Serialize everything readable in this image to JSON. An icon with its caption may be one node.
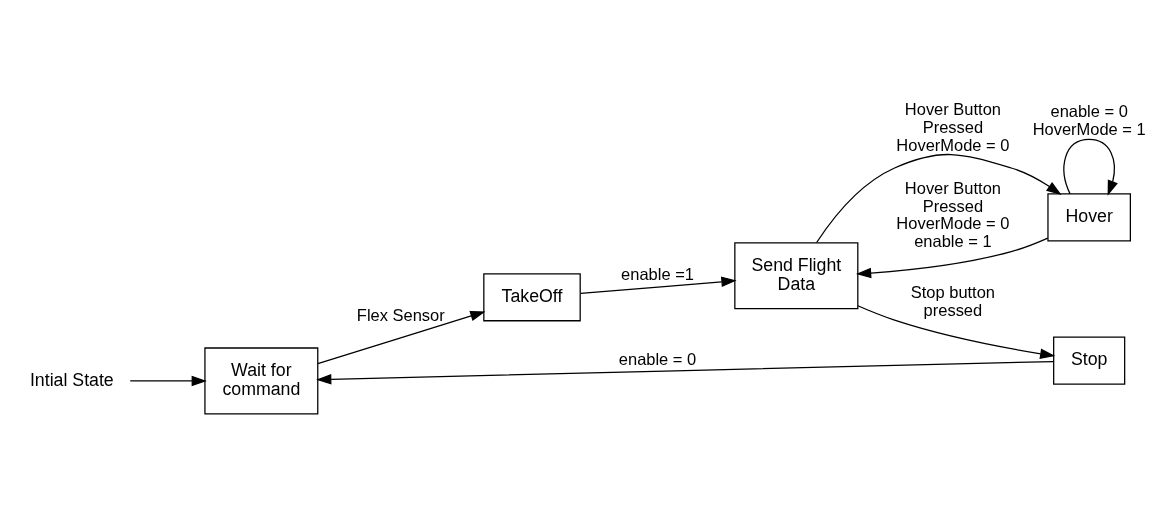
{
  "diagram": {
    "nodes": [
      {
        "text": [
          "Intial State"
        ]
      },
      {
        "text": [
          "Wait for command"
        ]
      },
      {
        "text": [
          "TakeOff"
        ]
      },
      {
        "text": [
          "Send Flight Data"
        ]
      },
      {
        "text": [
          "Hover"
        ]
      },
      {
        "text": [
          "Stop"
        ]
      }
    ],
    "edges": [
      {
        "from": 0,
        "to": 1,
        "arrow": "to"
      },
      {
        "from": 1,
        "to": 2,
        "arrow": "to",
        "label": "Flex Sensor"
      },
      {
        "from": 2,
        "to": 3,
        "arrow": "to",
        "label": "enable =1"
      },
      {
        "from": 3,
        "to": 4,
        "arrow": "to",
        "label": "Hover Button Pressed HoverMode = 0"
      },
      {
        "from": 4,
        "to": 3,
        "arrow": "to",
        "label": "Hover Button Pressed HoverMode = 0 enable = 1"
      },
      {
        "from": 4,
        "to": 4,
        "arrow": "to",
        "label": "enable = 0 HoverMode = 1"
      },
      {
        "from": 3,
        "to": 5,
        "arrow": "to",
        "label": "Stop button pressed"
      },
      {
        "from": 5,
        "to": 1,
        "arrow": "to",
        "label": "enable = 0"
      }
    ]
  }
}
